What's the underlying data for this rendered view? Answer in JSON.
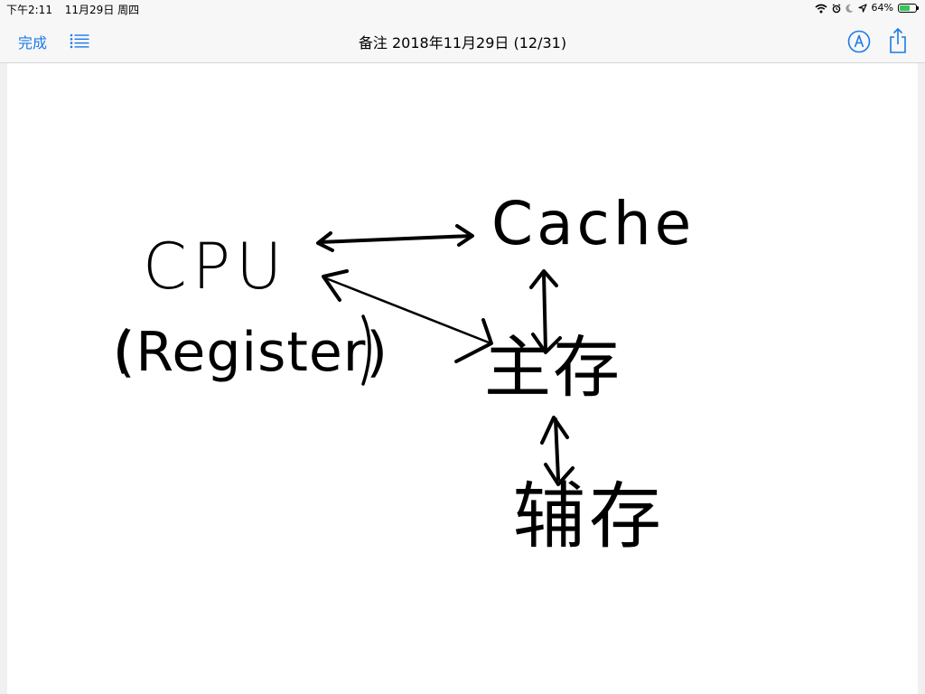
{
  "status_bar": {
    "time": "下午2:11",
    "date": "11月29日 周四",
    "battery": "64%",
    "battery_level": 0.64,
    "icons": [
      "wifi-icon",
      "alarm-icon",
      "moon-icon",
      "location-icon",
      "battery-icon"
    ]
  },
  "nav": {
    "done_label": "完成",
    "title": "备注 2018年11月29日 (12/31)",
    "icons": [
      "list-icon",
      "markup-icon",
      "share-icon"
    ],
    "accent_color": "#1a7ae6"
  },
  "drawing": {
    "cpu": "CPU",
    "register": "(Register)",
    "cache": "Cache",
    "main_memory": "主存",
    "aux_memory": "辅存"
  }
}
